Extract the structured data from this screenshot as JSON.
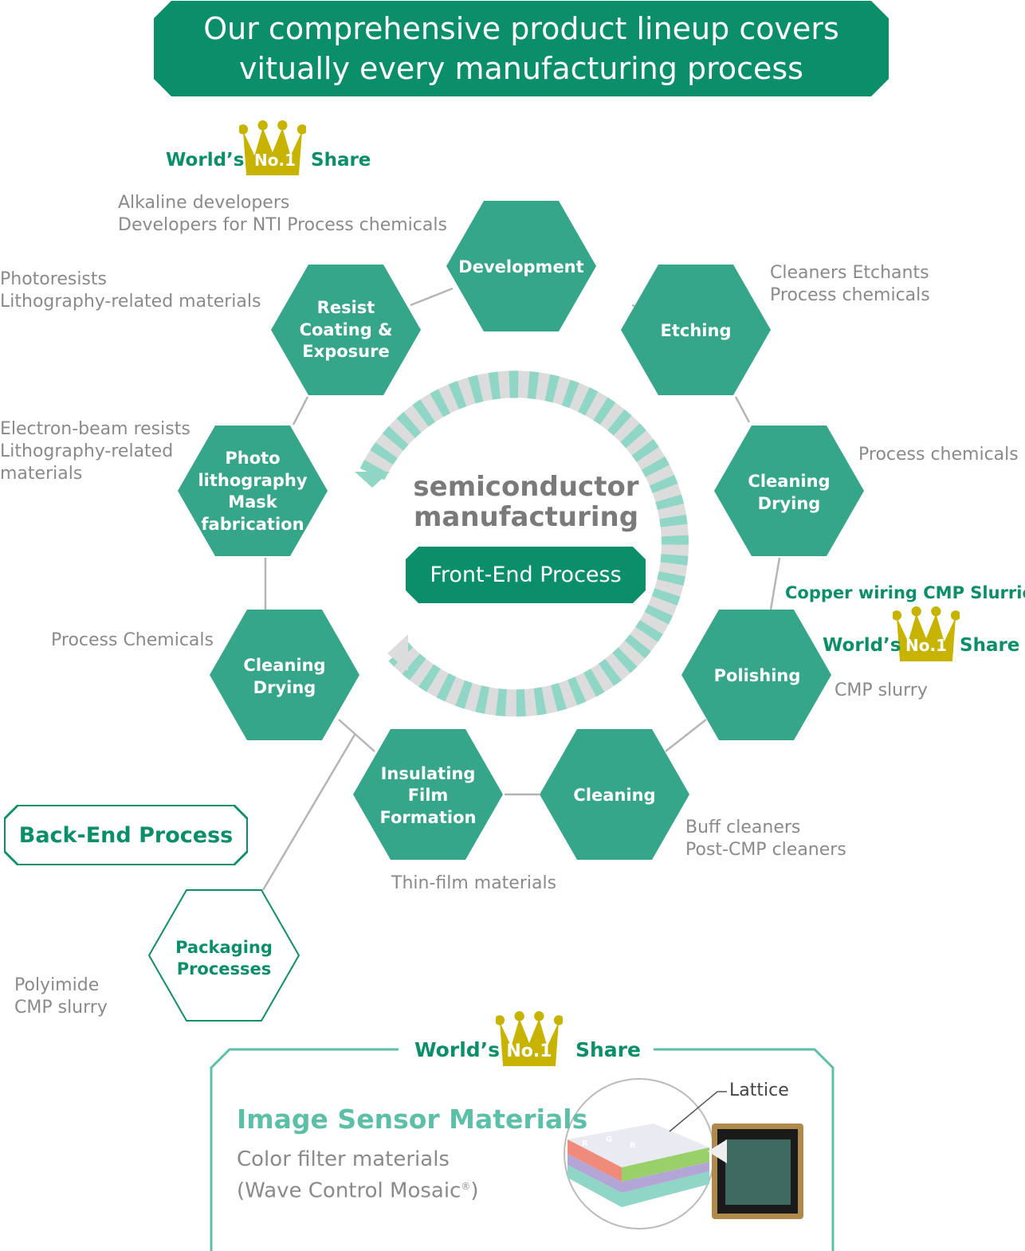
{
  "title": {
    "line1": "Our comprehensive product lineup covers",
    "line2": "vitually every manufacturing process"
  },
  "center": {
    "line1": "semiconductor",
    "line2": "manufacturing",
    "front_end": "Front-End Process"
  },
  "back_end": "Back-End Process",
  "badge": {
    "worlds": "World’s",
    "no1": "No.1",
    "share": "Share"
  },
  "copper_note": "Copper wiring CMP Slurries:",
  "steps": [
    {
      "name": "Development",
      "label": "Development",
      "products": [
        "Alkaline developers",
        "Developers for NTI Process chemicals"
      ]
    },
    {
      "name": "Etching",
      "label": "Etching",
      "products": [
        "Cleaners Etchants",
        "Process chemicals"
      ]
    },
    {
      "name": "Cleaning Drying (right)",
      "label": "Cleaning Drying",
      "products": [
        "Process chemicals"
      ]
    },
    {
      "name": "Polishing",
      "label": "Polishing",
      "products": [
        "CMP slurry"
      ]
    },
    {
      "name": "Cleaning",
      "label": "Cleaning",
      "products": [
        "Buff cleaners",
        "Post-CMP cleaners"
      ]
    },
    {
      "name": "Insulating Film Formation",
      "label": "Insulating Film Formation",
      "products": [
        "Thin-film materials"
      ]
    },
    {
      "name": "Cleaning Drying (left)",
      "label": "Cleaning Drying",
      "products": [
        "Process Chemicals"
      ]
    },
    {
      "name": "Photo lithography Mask fabrication",
      "label": "Photo lithography Mask fabrication",
      "products": [
        "Electron-beam resists",
        "Lithography-related",
        "materials"
      ]
    },
    {
      "name": "Resist Coating & Exposure",
      "label": "Resist Coating & Exposure",
      "products": [
        "Photoresists",
        "Lithography-related materials"
      ]
    },
    {
      "name": "Packaging Processes",
      "label": "Packaging Processes",
      "products": [
        "Polyimide",
        "CMP slurry"
      ]
    }
  ],
  "hex_lines": {
    "development": "Development",
    "etching": "Etching",
    "cd_right": [
      "Cleaning",
      "Drying"
    ],
    "polishing": "Polishing",
    "cleaning": "Cleaning",
    "insulating": [
      "Insulating",
      "Film",
      "Formation"
    ],
    "cd_left": [
      "Cleaning",
      "Drying"
    ],
    "photo": [
      "Photo",
      "lithography",
      "Mask",
      "fabrication"
    ],
    "resist": [
      "Resist",
      "Coating &",
      "Exposure"
    ],
    "packaging": [
      "Packaging",
      "Processes"
    ]
  },
  "image_sensor": {
    "title": "Image Sensor Materials",
    "line1": "Color filter materials",
    "line2": "(Wave Control Mosaic",
    "reg": "®",
    "line2_end": ")",
    "lattice": "Lattice",
    "filter_letters": [
      "R",
      "G",
      "B"
    ]
  },
  "colors": {
    "green": "#0b8f6b",
    "hex": "#35a68a",
    "gold": "#c8b400",
    "light_teal": "#8fd6c6",
    "gray_text": "#8a8a8a"
  },
  "icons": [
    "crown-icon",
    "hexagon-icon",
    "circular-arrow-icon",
    "image-sensor-chip-icon"
  ]
}
